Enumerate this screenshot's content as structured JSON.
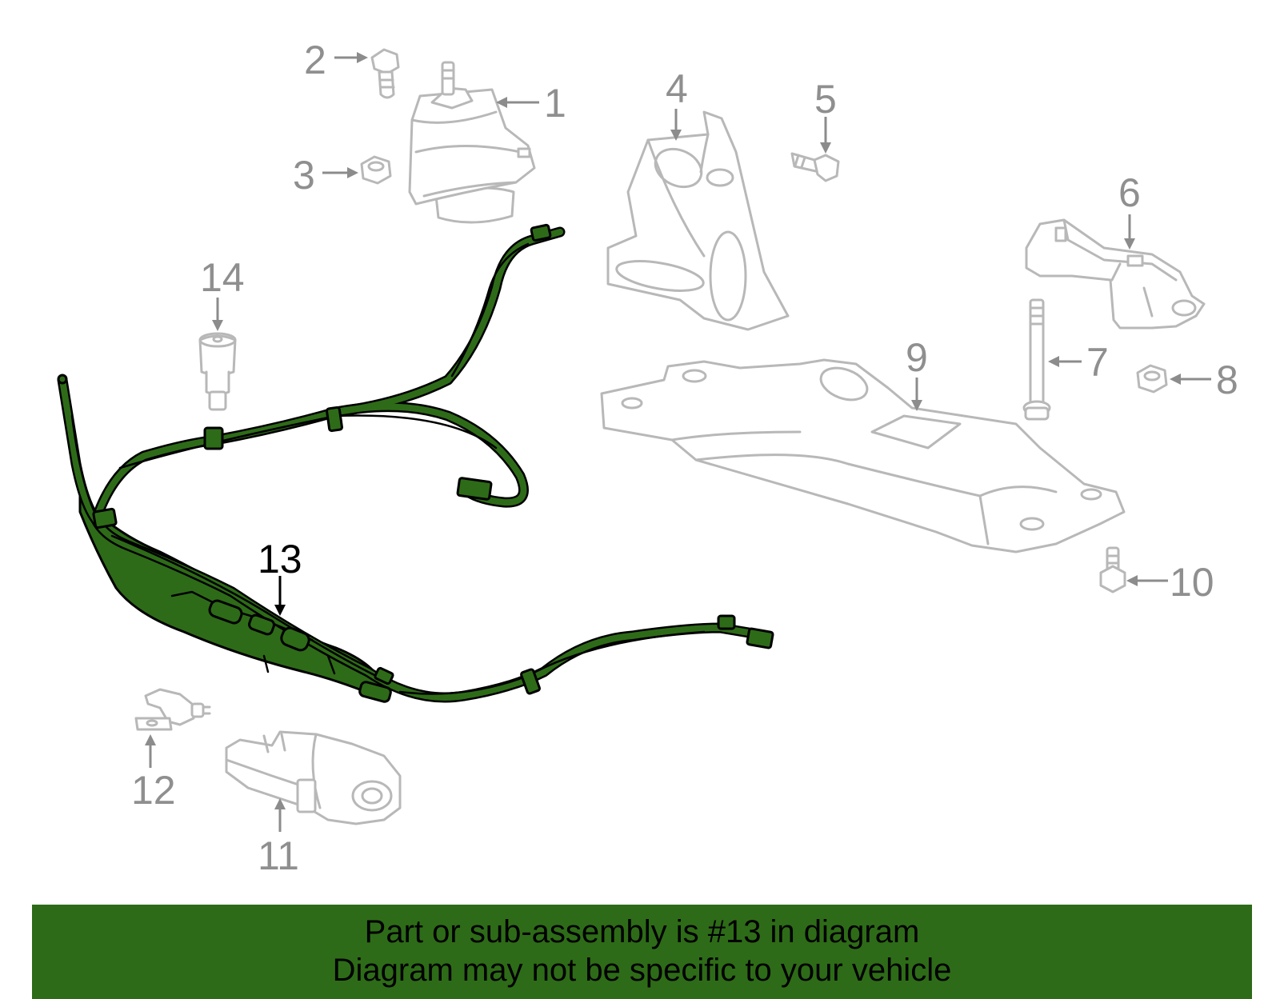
{
  "callouts": {
    "c1": "1",
    "c2": "2",
    "c3": "3",
    "c4": "4",
    "c5": "5",
    "c6": "6",
    "c7": "7",
    "c8": "8",
    "c9": "9",
    "c10": "10",
    "c11": "11",
    "c12": "12",
    "c13": "13",
    "c14": "14"
  },
  "highlighted_part": "13",
  "colors": {
    "highlight": "#2e6b18",
    "part_outline": "#b8b8b8",
    "callout_text": "#8f8f8f",
    "banner_background": "#2e6b18"
  },
  "banner": {
    "line1": "Part or sub-assembly is #13 in diagram",
    "line2": "Diagram may not be specific to your vehicle"
  }
}
